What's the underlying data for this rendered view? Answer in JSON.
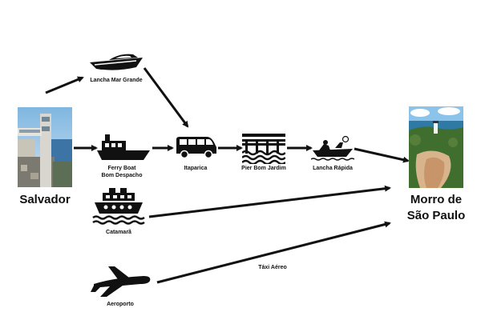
{
  "nodes": {
    "salvador": "Salvador",
    "morro_line1": "Morro de",
    "morro_line2": "São Paulo",
    "lancha_mar_grande": "Lancha Mar Grande",
    "ferry_line1": "Ferry Boat",
    "ferry_line2": "Bom Despacho",
    "itaparica": "Itaparica",
    "pier": "Pier Bom Jardim",
    "lancha_rapida": "Lancha Rápida",
    "catamara": "Catamarã",
    "aeroporto": "Aeroporto"
  },
  "edges": {
    "taxi_aereo": "Táxi Aéreo"
  },
  "icons": {
    "lancha_mar_grande": "speedboat-icon",
    "ferry": "ferry-boat-icon",
    "itaparica": "van-icon",
    "pier": "pier-icon",
    "lancha_rapida": "motorboat-icon",
    "catamara": "catamaran-icon",
    "aeroporto": "airplane-icon"
  },
  "colors": {
    "arrow": "#111111",
    "icon": "#111111"
  }
}
